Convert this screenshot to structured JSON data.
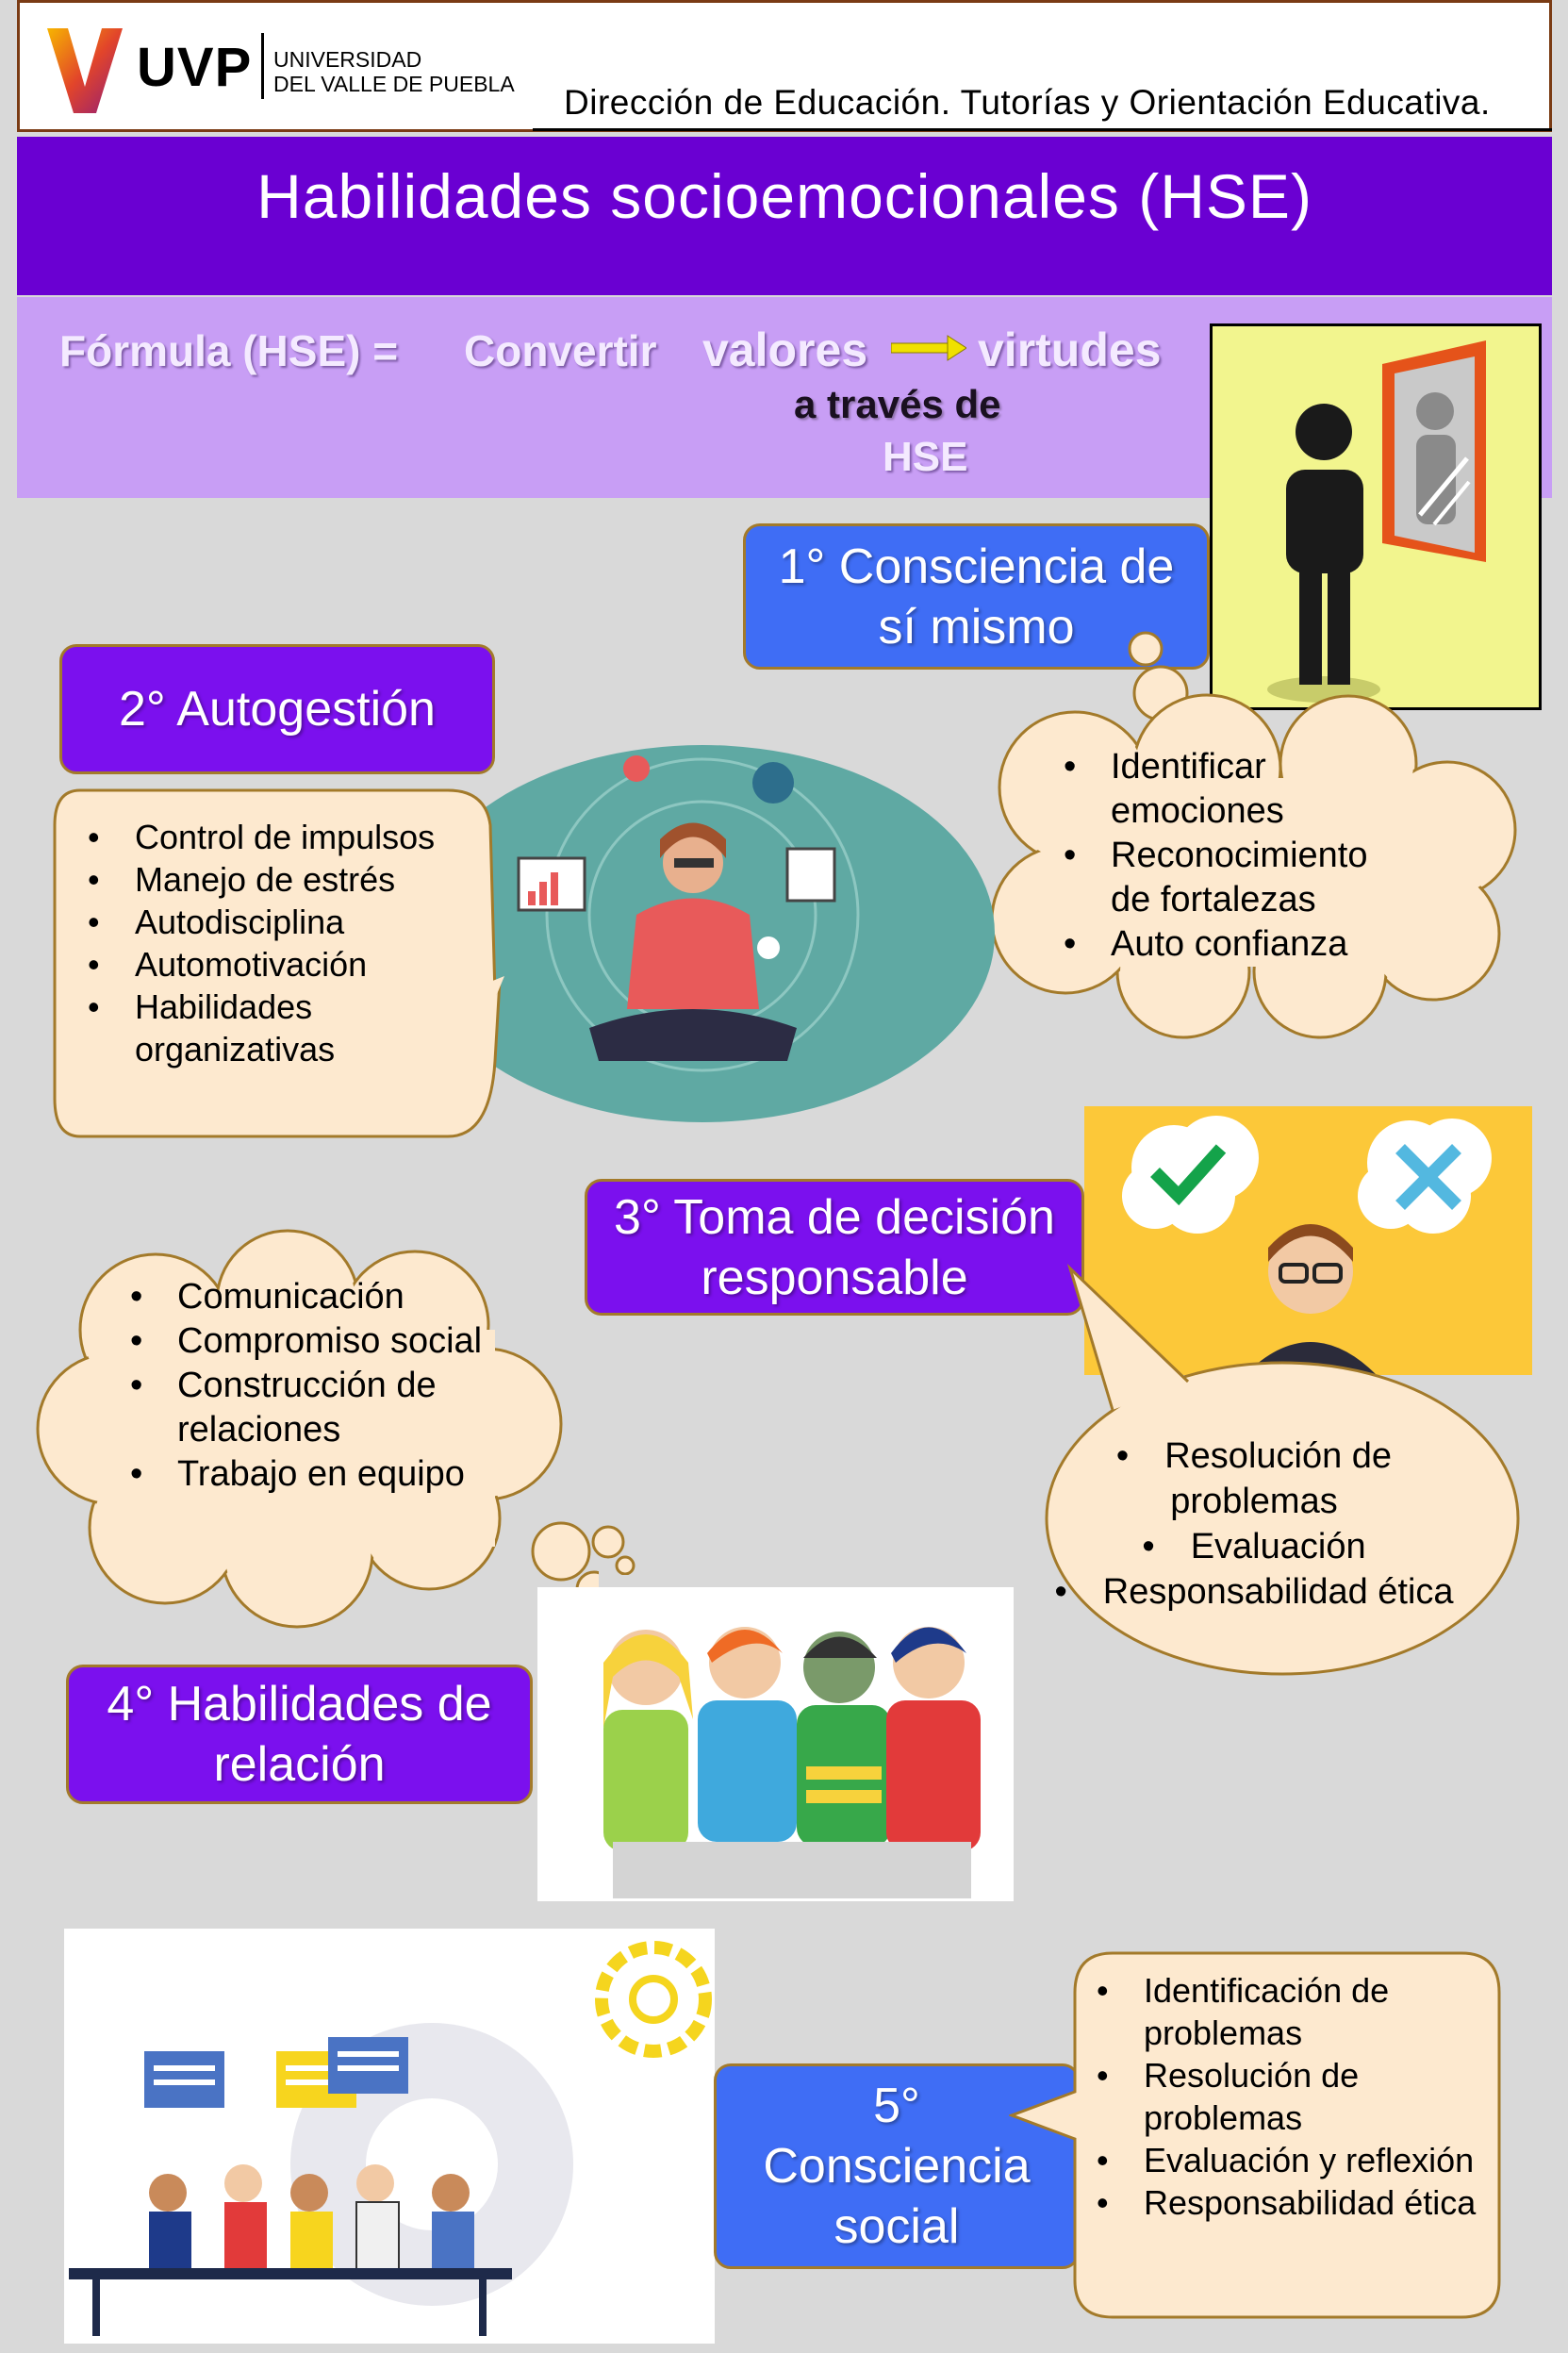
{
  "header": {
    "logo_text": "UVP",
    "university_name_line1": "UNIVERSIDAD",
    "university_name_line2": "DEL VALLE DE PUEBLA",
    "department": "Dirección de Educación.  Tutorías y Orientación Educativa."
  },
  "title": "Habilidades  socioemocionales (HSE)",
  "formula": {
    "label": "Fórmula (HSE) =",
    "verb": "Convertir",
    "from": "valores",
    "to": "virtudes",
    "via_line1": "a través de",
    "via_line2": "HSE"
  },
  "sections": {
    "s1": {
      "title": "1° Consciencia de sí mismo",
      "items": [
        "Identificar emociones",
        "Reconocimiento de fortalezas",
        "Auto confianza"
      ]
    },
    "s2": {
      "title": "2° Autogestión",
      "items": [
        "Control de impulsos",
        "Manejo de estrés",
        "Autodisciplina",
        "Automotivación",
        "Habilidades organizativas"
      ]
    },
    "s3": {
      "title": "3° Toma de decisión responsable",
      "items": [
        "Resolución de problemas",
        "Evaluación",
        "Responsabilidad ética"
      ]
    },
    "s4": {
      "title": "4° Habilidades de relación",
      "items": [
        "Comunicación",
        "Compromiso social",
        "Construcción de relaciones",
        "Trabajo en equipo"
      ]
    },
    "s5": {
      "title": "5° Consciencia social",
      "items": [
        "Identificación de problemas",
        "Resolución de problemas",
        "Evaluación y reflexión",
        "Responsabilidad ética"
      ]
    }
  },
  "colors": {
    "title_bar": "#6a00d2",
    "formula_bar": "#c89ef5",
    "blue_box": "#3f6df5",
    "purple_box": "#7b10ee",
    "bubble": "#fde9cf",
    "arrow": "#f0e000"
  }
}
